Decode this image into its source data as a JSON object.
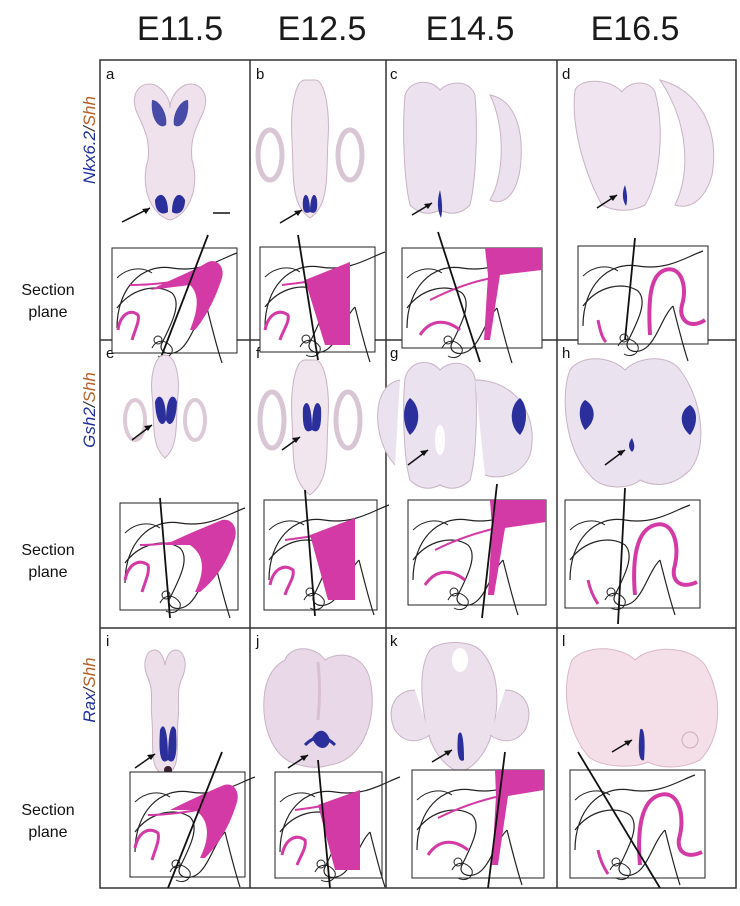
{
  "stages": [
    "E11.5",
    "E12.5",
    "E14.5",
    "E16.5"
  ],
  "rows": [
    {
      "gene1": "Nkx6.2",
      "separator": "/",
      "gene2": "Shh",
      "section_label_line1": "Section",
      "section_label_line2": "plane",
      "panels": [
        "a",
        "b",
        "c",
        "d"
      ]
    },
    {
      "gene1": "Gsh2",
      "separator": "/",
      "gene2": "Shh",
      "section_label_line1": "Section",
      "section_label_line2": "plane",
      "panels": [
        "e",
        "f",
        "g",
        "h"
      ]
    },
    {
      "gene1": "Rax",
      "separator": "/",
      "gene2": "Shh",
      "section_label_line1": "Section",
      "section_label_line2": "plane",
      "panels": [
        "i",
        "j",
        "k",
        "l"
      ]
    }
  ],
  "colors": {
    "tissue": "#efe2ec",
    "tissue_edge": "#c9b3c5",
    "stain_blue": "#2a2f9c",
    "magenta": "#d43aa5",
    "grid": "#333333"
  }
}
